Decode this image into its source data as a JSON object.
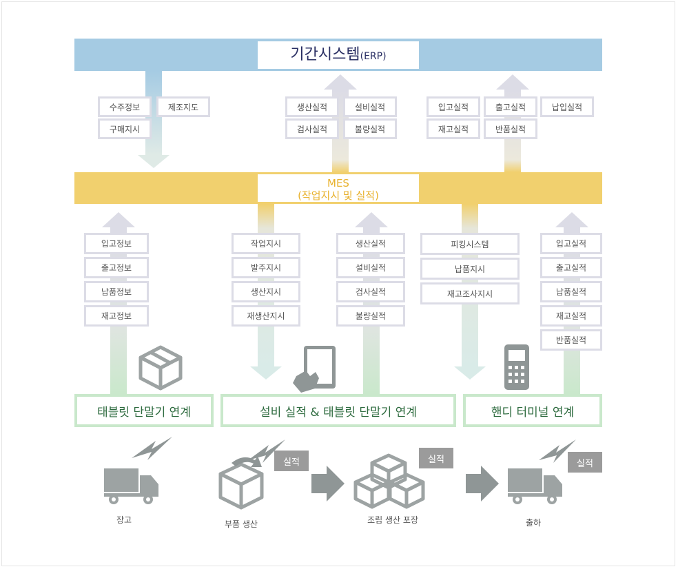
{
  "erp": {
    "title": "기간시스템",
    "suffix": "(ERP)"
  },
  "mes": {
    "title": "MES",
    "subtitle": "(작업지시 및 실적)"
  },
  "erp_to_mes": {
    "labels": [
      "수주정보",
      "제조지도",
      "구매지시"
    ]
  },
  "mes_to_erp_1": {
    "labels": [
      "생산실적",
      "설비실적",
      "검사실적",
      "불량실적"
    ]
  },
  "mes_to_erp_2": {
    "labels": [
      "입고실적",
      "출고실적",
      "납입실적",
      "재고실적",
      "반품실적"
    ]
  },
  "col1_up": {
    "labels": [
      "입고정보",
      "출고정보",
      "납품정보",
      "재고정보"
    ]
  },
  "col2_down": {
    "labels": [
      "작업지시",
      "발주지시",
      "생산지시",
      "재생산지시"
    ]
  },
  "col3_up": {
    "labels": [
      "생산실적",
      "설비실적",
      "검사실적",
      "불량실적"
    ]
  },
  "col4_down": {
    "labels": [
      "피킹시스템",
      "납품지시",
      "재고조사지시"
    ]
  },
  "col5_up": {
    "labels": [
      "입고실적",
      "출고실적",
      "납품실적",
      "재고실적",
      "반품실적"
    ]
  },
  "links": {
    "tablet": "태블릿 단말기 연계",
    "equipment": "설비 실적 & 태블릿 단말기 연계",
    "handy": "핸디 터미널 연계"
  },
  "flow": {
    "warehouse": "장고",
    "parts": "부품 생산",
    "assembly": "조립 생산 포장",
    "shipping": "출하",
    "badge": "실적"
  },
  "colors": {
    "erp_band": "#a5cbe3",
    "mes_band": "#f1d06e",
    "erp_text": "#2a2f63",
    "mes_text": "#e8b12c",
    "arrow_gray": "#dcdce6",
    "arrow_green": "#c9e8cb",
    "arrow_teal": "#d9ebe8",
    "icon_gray": "#9da3a3"
  }
}
